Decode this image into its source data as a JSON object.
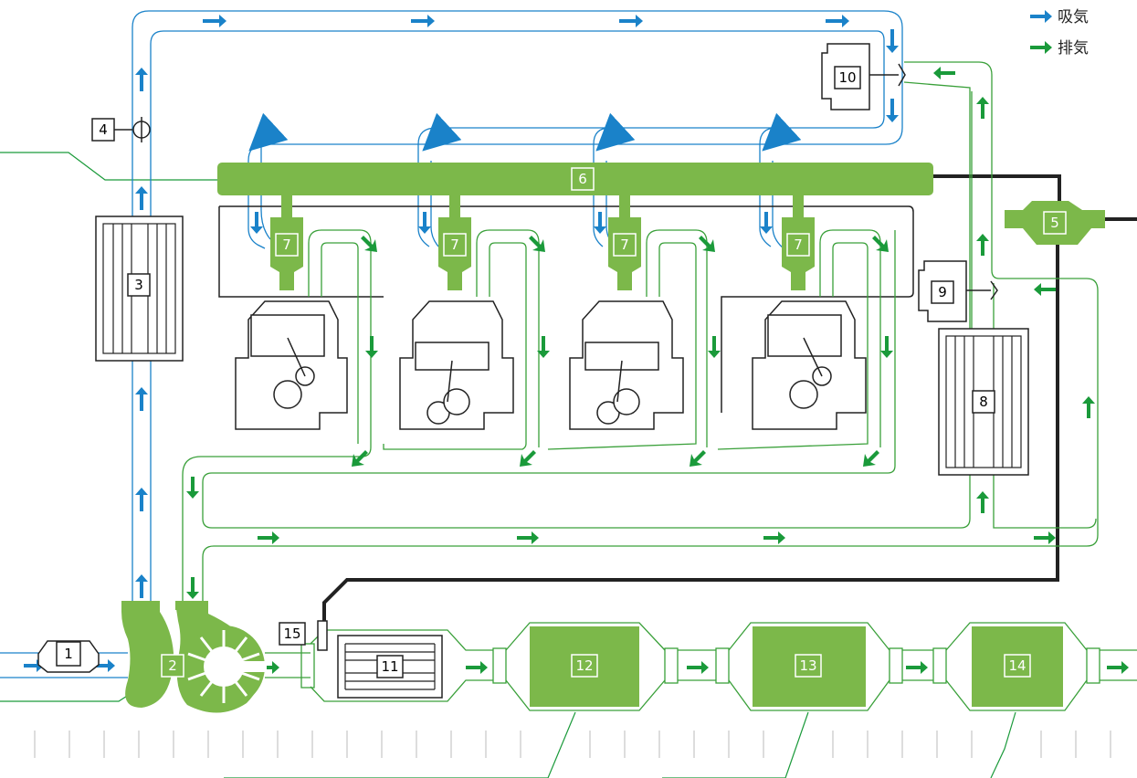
{
  "legend": [
    {
      "label": "吸気",
      "color": "#1a82c9"
    },
    {
      "label": "排気",
      "color": "#1a9a3a"
    }
  ],
  "colors": {
    "intake": "#1a82c9",
    "exhaust": "#1a9a3a",
    "component_green": "#7cb84a",
    "egr_pipe": "#3aa03a",
    "wiring": "#222222"
  },
  "components": {
    "c1": "1",
    "c2": "2",
    "c3": "3",
    "c4": "4",
    "c5": "5",
    "c6": "6",
    "c7": "7",
    "c8": "8",
    "c9": "9",
    "c10": "10",
    "c11": "11",
    "c12": "12",
    "c13": "13",
    "c14": "14",
    "c15": "15"
  }
}
